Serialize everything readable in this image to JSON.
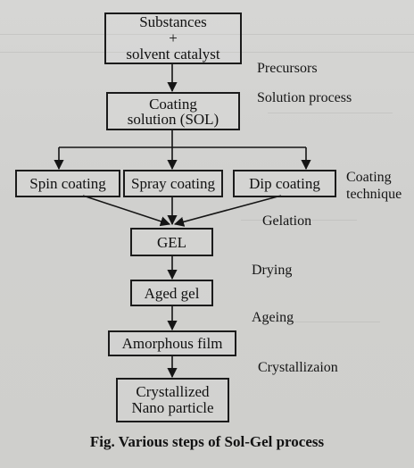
{
  "diagram": {
    "nodes": {
      "substances": {
        "line1": "Substances",
        "line2": "+",
        "line3": "solvent catalyst"
      },
      "coating_solution": {
        "line1": "Coating",
        "line2": "solution (SOL)"
      },
      "spin_coating": "Spin coating",
      "spray_coating": "Spray coating",
      "dip_coating": "Dip coating",
      "gel": "GEL",
      "aged_gel": "Aged gel",
      "amorphous_film": "Amorphous film",
      "crystallized": {
        "line1": "Crystallized",
        "line2": "Nano particle"
      }
    },
    "step_labels": {
      "precursors": "Precursors",
      "solution_process": "Solution process",
      "coating_technique_line1": "Coating",
      "coating_technique_line2": "technique",
      "gelation": "Gelation",
      "drying": "Drying",
      "ageing": "Ageing",
      "crystallization": "Crystallizaion"
    },
    "caption": "Fig. Various steps of Sol-Gel process"
  },
  "colors": {
    "background": "#d3d3d3",
    "ink": "#141414"
  }
}
